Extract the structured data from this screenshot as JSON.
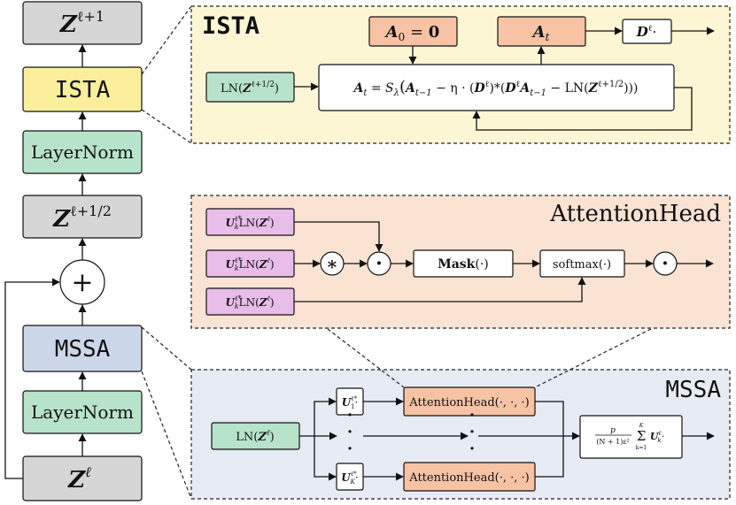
{
  "colors": {
    "gray": "#d6d6d6",
    "yellow": "#fbef9c",
    "green": "#b8e3cb",
    "blue": "#ccd7ea",
    "pink": "#e8bde9",
    "salmon": "#f7c3a4",
    "panel_yellow": "#fcf6d4",
    "panel_salmon": "#fbe3d3",
    "panel_blue": "#e7ebf4"
  },
  "stack": {
    "z_next": {
      "base": "Z",
      "sup": "ℓ+1"
    },
    "ista": "ISTA",
    "layernorm_top": "LayerNorm",
    "z_half": {
      "base": "Z",
      "sup": "ℓ+1/2"
    },
    "plus": "+",
    "mssa": "MSSA",
    "layernorm_bottom": "LayerNorm",
    "z_in": {
      "base": "Z",
      "sup": "ℓ"
    }
  },
  "ista_panel": {
    "title": "ISTA",
    "a0": {
      "base": "A",
      "sub": "0",
      "eq": " = ",
      "val": "0"
    },
    "at": {
      "base": "A",
      "sub": "t"
    },
    "dl_out": {
      "base": "D",
      "sup": "ℓ",
      "dot": "·"
    },
    "ln_in": {
      "pre": "LN(",
      "base": "Z",
      "sup": "ℓ+1/2",
      "post": ")"
    },
    "update": {
      "lhs": "A",
      "lhs_sub": "t",
      "eq": " = ",
      "op": "S",
      "op_sub": "λ",
      "open": "(",
      "a": "A",
      "a_sub": "t−1",
      "minus_eta": " − η · (",
      "d": "D",
      "d_sup": "ℓ",
      "star": ")*(",
      "d2": "D",
      "d2_sup": "ℓ",
      "a2": "A",
      "a2_sub": "t−1",
      "minus_ln": " − LN(",
      "z": "Z",
      "z_sup": "ℓ+1/2",
      "close": ")))"
    }
  },
  "attention_panel": {
    "title": "AttentionHead",
    "input": {
      "u": "U",
      "u_sub": "k",
      "u_sup": "ℓ*",
      "ln": "LN(",
      "z": "Z",
      "z_sup": "ℓ",
      "close": ")"
    },
    "star_op": "∗",
    "dot_op": "·",
    "mask": {
      "bold": "Mask",
      "arg": "(·)"
    },
    "softmax": "softmax(·)"
  },
  "mssa_panel": {
    "title": "MSSA",
    "ln_in": {
      "pre": "LN(",
      "base": "Z",
      "sup": "ℓ",
      "post": ")"
    },
    "u1": {
      "base": "U",
      "sub": "1",
      "sup": "ℓ*",
      "dot": "·"
    },
    "uk": {
      "base": "U",
      "sub": "K",
      "sup": "ℓ*",
      "dot": "·"
    },
    "head": {
      "bold": "AttentionHead",
      "arg": "(·, ·, ·)"
    },
    "vdots": "·",
    "hdots": "·",
    "sum": {
      "p": "p",
      "denom": "(N + 1)ε²",
      "sigma": "Σ",
      "top": "K",
      "bottom": "k=1",
      "u": "U",
      "u_sub": "k",
      "u_sup": "ℓ",
      "dot": "·"
    }
  }
}
